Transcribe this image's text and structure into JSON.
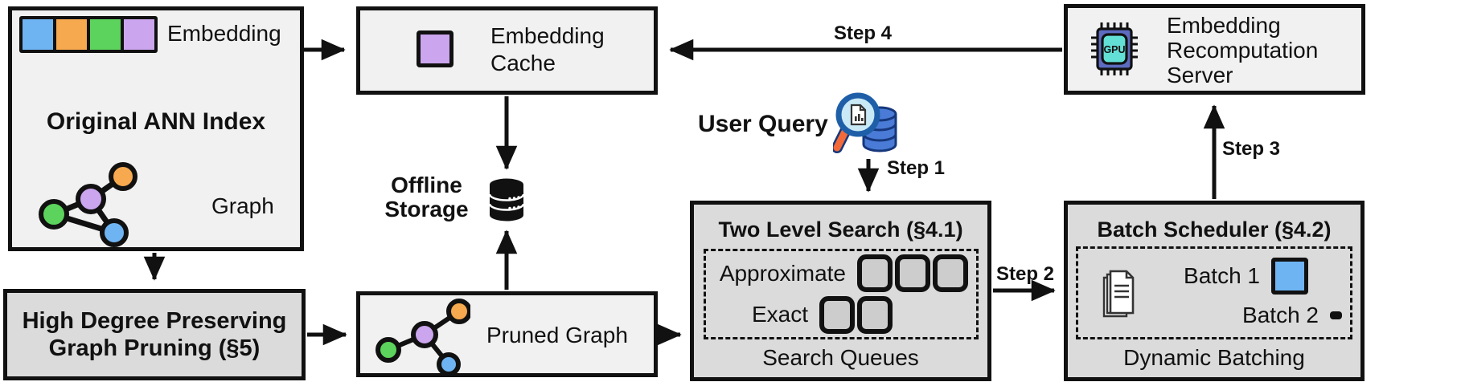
{
  "colors": {
    "blue": "#6FB4F2",
    "orange": "#F6A94E",
    "green": "#5CD35C",
    "purple": "#CBA5EE",
    "box-light": "#F1F1F1",
    "box-dark": "#DBDBDB",
    "queue-fill": "#CDCDCD",
    "ink": "#111111",
    "db-blue": "#4A7BD6",
    "db-dark": "#16377C",
    "lens": "#C9E9F7",
    "handle": "#F26A3A",
    "chip-body": "#5D6CC0",
    "chip-core": "#63E0D6"
  },
  "ann_index": {
    "title": "Original ANN Index",
    "embedding_label": "Embedding",
    "graph_label": "Graph"
  },
  "embedding_cache": {
    "label": "Embedding Cache"
  },
  "offline_storage": {
    "label": "Offline Storage"
  },
  "user_query": {
    "label": "User Query"
  },
  "steps": {
    "step1": "Step 1",
    "step2": "Step 2",
    "step3": "Step 3",
    "step4": "Step 4"
  },
  "two_level_search": {
    "title": "Two Level Search (§4.1)",
    "approximate_label": "Approximate",
    "exact_label": "Exact",
    "caption": "Search Queues"
  },
  "batch_scheduler": {
    "title": "Batch Scheduler (§4.2)",
    "batch1_label": "Batch 1",
    "batch2_label": "Batch 2",
    "caption": "Dynamic Batching"
  },
  "recomputation_server": {
    "label": "Embedding Recomputation Server",
    "chip_label": "GPU"
  },
  "graph_pruning": {
    "title": "High Degree Preserving Graph Pruning (§5)"
  },
  "pruned_graph": {
    "label": "Pruned Graph"
  }
}
